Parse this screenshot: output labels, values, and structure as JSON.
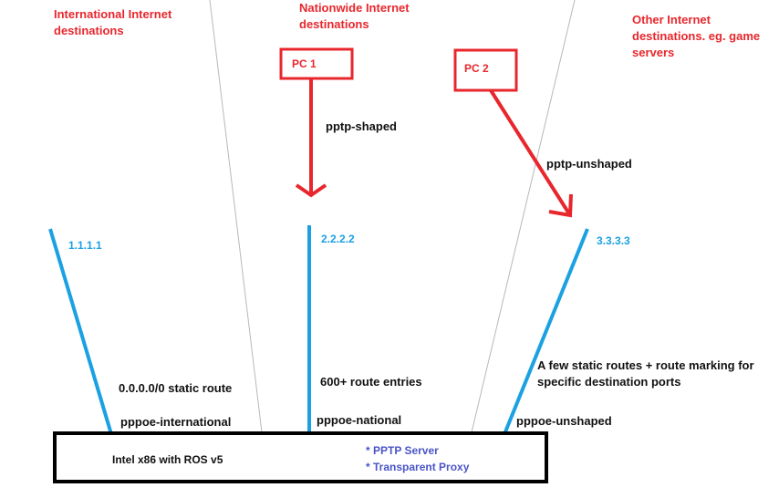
{
  "destinations": {
    "international": [
      "International Internet",
      "destinations"
    ],
    "nationwide": [
      "Nationwide Internet",
      "destinations"
    ],
    "other": [
      "Other Internet",
      "destinations. eg. game",
      "servers"
    ]
  },
  "pcs": {
    "pc1": "PC 1",
    "pc2": "PC 2"
  },
  "arrows": {
    "pc1_label": "pptp-shaped",
    "pc2_label": "pptp-unshaped"
  },
  "ips": {
    "ip1": "1.1.1.1",
    "ip2": "2.2.2.2",
    "ip3": "3.3.3.3"
  },
  "routes": {
    "international": "0.0.0.0/0 static route",
    "national": "600+ route entries",
    "unshaped": [
      "A few static routes + route marking for",
      "specific destination ports"
    ]
  },
  "interfaces": {
    "international": "pppoe-international",
    "national": "pppoe-national",
    "unshaped": "pppoe-unshaped"
  },
  "router": {
    "name": "Intel x86 with ROS v5",
    "services": [
      "* PPTP Server",
      "* Transparent Proxy"
    ]
  },
  "colors": {
    "red": "#e8272d",
    "blue": "#1ba1e2",
    "purple": "#4a54c8",
    "divider": "#b8b8b8",
    "black": "#000000"
  }
}
